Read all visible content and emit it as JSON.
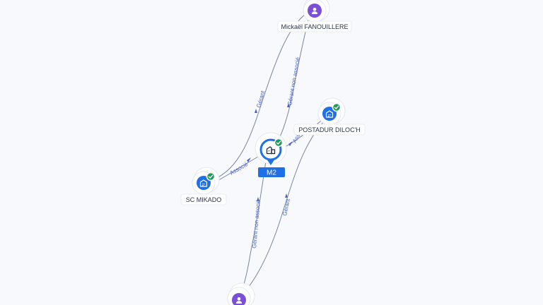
{
  "graph": {
    "center": {
      "label": "M2",
      "icon": "company-building-icon",
      "verified": true
    },
    "nodes": [
      {
        "id": "mickael",
        "label": "Mickaël FANOUILLERE",
        "kind": "person",
        "icon": "person-icon",
        "verified": false
      },
      {
        "id": "postadur",
        "label": "POSTADUR DILOC'H",
        "kind": "company",
        "icon": "building-icon",
        "verified": true
      },
      {
        "id": "mikado",
        "label": "SC MIKADO",
        "kind": "company",
        "icon": "building-icon",
        "verified": true
      },
      {
        "id": "bottom-person",
        "label": "",
        "kind": "person",
        "icon": "person-icon",
        "verified": false
      }
    ],
    "edges": [
      {
        "id": "mikado-mickael",
        "label": "Gérant"
      },
      {
        "id": "mickael-center",
        "label": "Gérant non associé"
      },
      {
        "id": "mikado-center",
        "label": "Associé"
      },
      {
        "id": "center-postadur",
        "label": "Associé"
      },
      {
        "id": "center-bottom",
        "label": "Gérant non associé"
      },
      {
        "id": "postadur-bottom",
        "label": "Gérant"
      }
    ]
  },
  "colors": {
    "company": "#1f6fe5",
    "person": "#7b4fd6",
    "verified": "#1f9a57",
    "edge": "#7a8699",
    "edge_label": "#4a63c7"
  }
}
